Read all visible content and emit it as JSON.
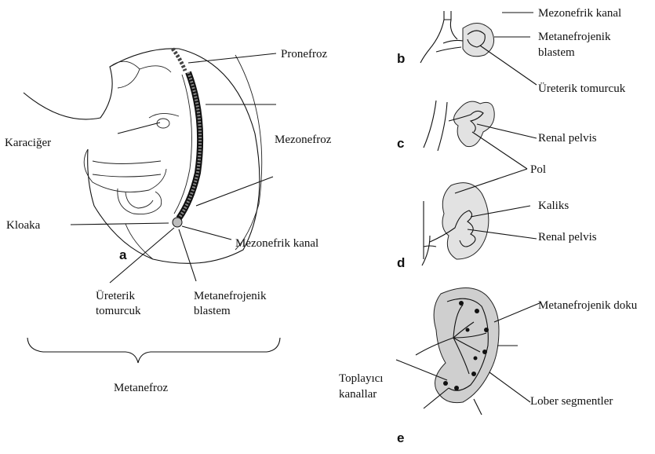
{
  "panels": {
    "a": "a",
    "b": "b",
    "c": "c",
    "d": "d",
    "e": "e"
  },
  "labels": {
    "pronefroz": "Pronefroz",
    "karaciger": "Karaciğer",
    "mezonefroz": "Mezonefroz",
    "kloaka": "Kloaka",
    "mezonefrik_kanal_a": "Mezonefrik kanal",
    "ureterik_tomurcuk_a_1": "Üreterik",
    "ureterik_tomurcuk_a_2": "tomurcuk",
    "metanefrojenik_blastem_a_1": "Metanefrojenik",
    "metanefrojenik_blastem_a_2": "blastem",
    "metanefroz": "Metanefroz",
    "mezonefrik_kanal_b": "Mezonefrik kanal",
    "metanefrojenik_blastem_b_1": "Metanefrojenik",
    "metanefrojenik_blastem_b_2": "blastem",
    "ureterik_tomurcuk_b": "Üreterik tomurcuk",
    "renal_pelvis_c": "Renal pelvis",
    "pol": "Pol",
    "kaliks": "Kaliks",
    "renal_pelvis_d": "Renal pelvis",
    "metanefrojenik_doku": "Metanefrojenik doku",
    "toplayici_kanallar_1": "Toplayıcı",
    "toplayici_kanallar_2": "kanallar",
    "lober_segmentler": "Lober segmentler"
  }
}
